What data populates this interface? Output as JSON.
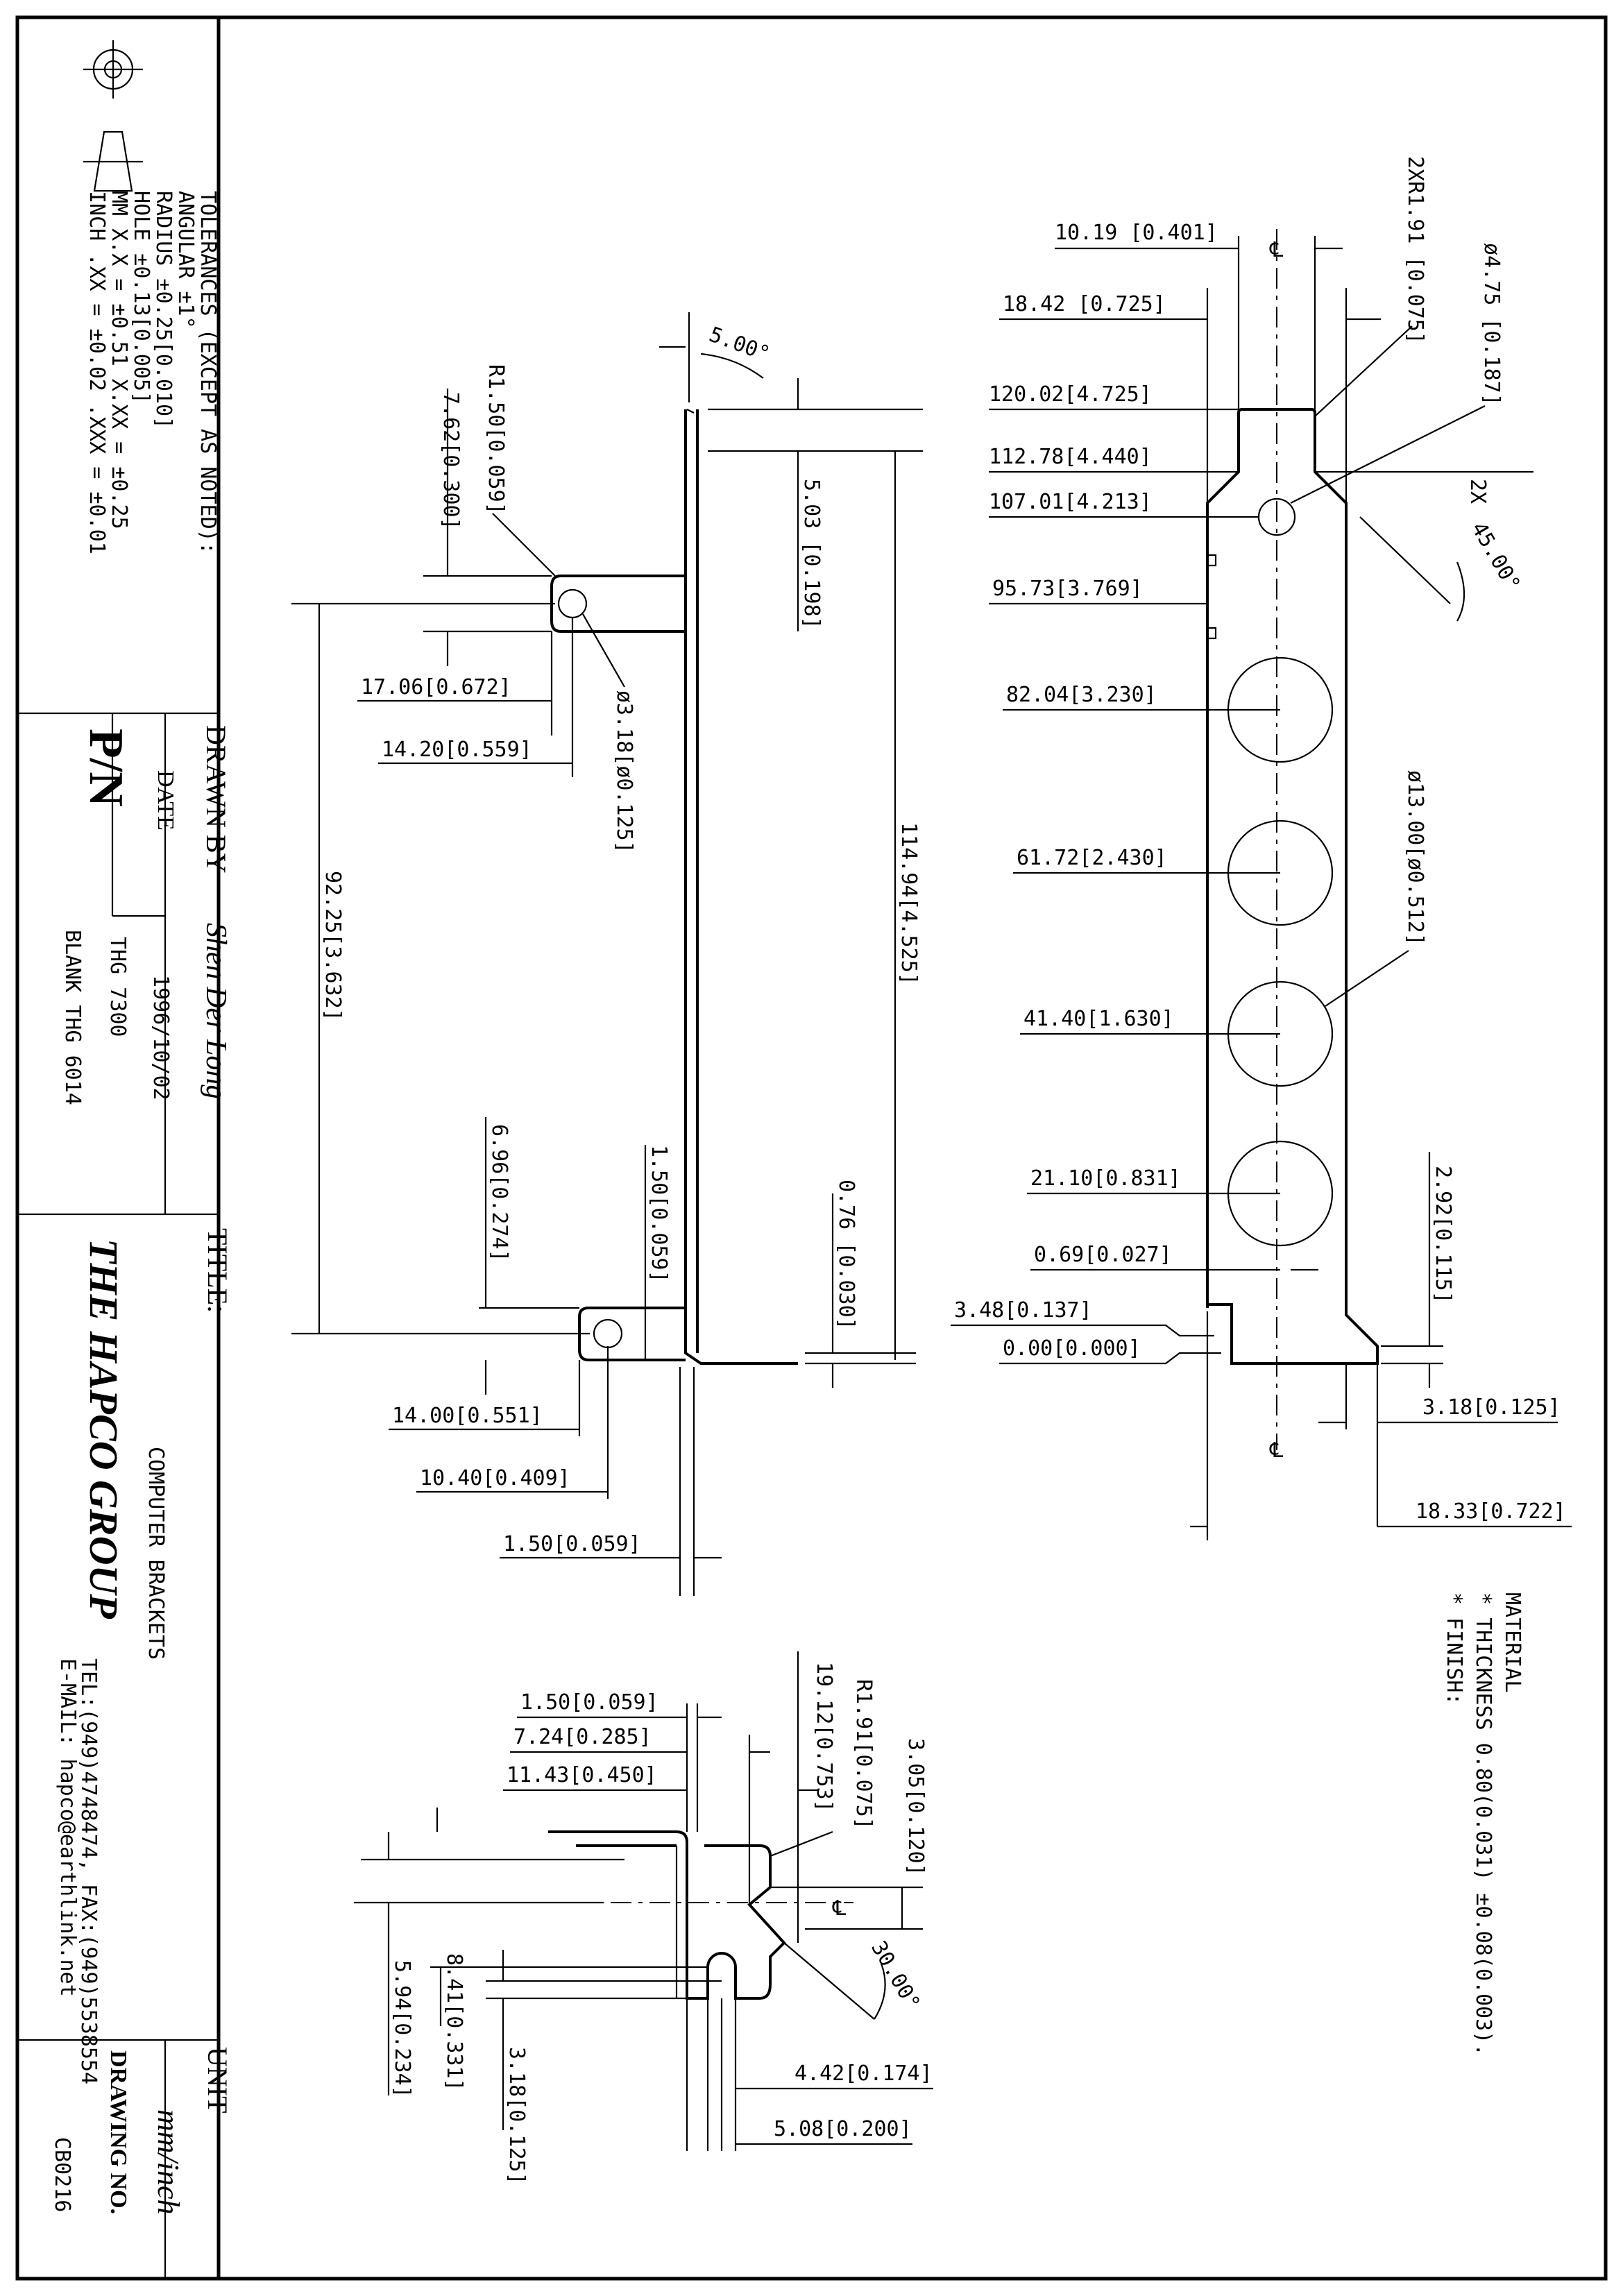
{
  "title_block": {
    "tolerances": [
      "TOLERANCES (EXCEPT AS NOTED):",
      "ANGULAR ±1°",
      "RADIUS ±0.25[0.010]",
      "HOLE ±0.13[0.005]",
      "MM X.X = ±0.51 X.XX = ±0.25",
      "INCH .XX = ±0.02 .XXX = ±0.01"
    ],
    "pn_label": "P/N",
    "pn_value": "THG 7300",
    "blank_value": "BLANK THG 6014",
    "drawn_by_label": "DRAWN BY",
    "drawn_by_value": "Shen Der Long",
    "date_label": "DATE",
    "date_value": "1996/10/02",
    "title_label": "TITLE:",
    "title_value": "COMPUTER BRACKETS",
    "company_name": "THE HAPCO GROUP",
    "company_tel": "TEL:(949)4748474, FAX:(949)5538554",
    "company_email": "E-MAIL: hapco@earthlink.net",
    "unit_label": "UNIT",
    "unit_value": "mm/inch",
    "drawing_no_label": "DRAWING NO.",
    "drawing_no_value": "CB0216"
  },
  "notes": {
    "material": "MATERIAL",
    "thickness": "* THICKNESS 0.80(0.031) ±0.08(0.003).",
    "finish": "* FINISH:"
  },
  "side_view": {
    "angle": "5.00°",
    "r150": "R1.50[0.059]",
    "d762": "7.62[0.300]",
    "d503": "5.03 [0.198]",
    "d1494": "114.94[4.525]",
    "d9225": "92.25[3.632]",
    "d1706": "17.06[0.672]",
    "d1420": "14.20[0.559]",
    "hole318": "ø3.18[ø0.125]",
    "d696": "6.96[0.274]",
    "d150a": "1.50[0.059]",
    "d076": "0.76 [0.030]",
    "d1400": "14.00[0.551]",
    "d1040": "10.40[0.409]",
    "d150b": "1.50[0.059]"
  },
  "front_view": {
    "r191x2": "2XR1.91 [0.075]",
    "hole475": "ø4.75 [0.187]",
    "d1019": "10.19 [0.401]",
    "d1842": "18.42 [0.725]",
    "d12002": "120.02[4.725]",
    "d11278": "112.78[4.440]",
    "d10701": "107.01[4.213]",
    "x2": "2X",
    "angle45": "45.00°",
    "d9573": "95.73[3.769]",
    "d8204": "82.04[3.230]",
    "hole13": "ø13.00[ø0.512]",
    "d6172": "61.72[2.430]",
    "d4140": "41.40[1.630]",
    "d2110": "21.10[0.831]",
    "d292": "2.92[0.115]",
    "d069": "0.69[0.027]",
    "d348": "3.48[0.137]",
    "d000": "0.00[0.000]",
    "d318": "3.18[0.125]",
    "d1833": "18.33[0.722]"
  },
  "bottom_view": {
    "d150": "1.50[0.059]",
    "d724": "7.24[0.285]",
    "d1143": "11.43[0.450]",
    "d1912": "19.12[0.753]",
    "r191": "R1.91[0.075]",
    "d305": "3.05[0.120]",
    "angle30": "30.00°",
    "d841": "8.41[0.331]",
    "d594": "5.94[0.234]",
    "d318": "3.18[0.125]",
    "d442": "4.42[0.174]",
    "d508": "5.08[0.200]"
  }
}
